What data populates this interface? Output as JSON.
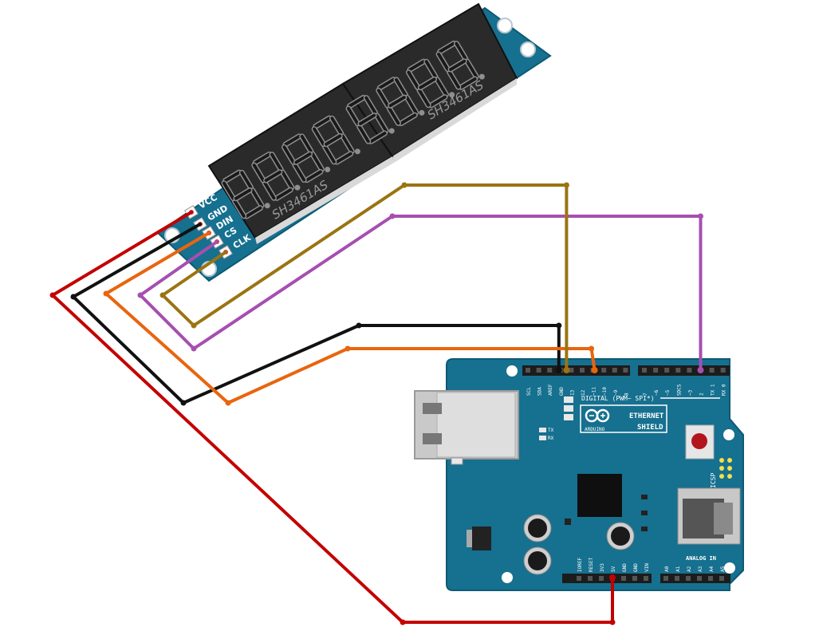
{
  "colors": {
    "board": "#16708f",
    "board_dark": "#0d5a74",
    "wire_red": "#c40000",
    "wire_black": "#111111",
    "wire_orange": "#e8650e",
    "wire_purple": "#a64fb0",
    "wire_olive": "#9a7412",
    "digit_on": "#1a1a1a"
  },
  "display": {
    "chip_left": "SH3461AS",
    "chip_right": "SH3461AS",
    "pins": [
      "VCC",
      "GND",
      "DIN",
      "CS",
      "CLK"
    ]
  },
  "shield": {
    "digital_label": "DIGITAL (PWM~ SPI*)",
    "ethernet_label": "ETHERNET",
    "shield_label": "SHIELD",
    "arduino_label": "ARDUINO",
    "icsp_label": "ICSP",
    "analog_label": "ANALOG IN",
    "tx_led": "TX",
    "rx_led": "RX",
    "top_pins": [
      "SCL",
      "SDA",
      "AREF",
      "GND",
      "13",
      "12",
      "~11",
      "~10",
      "~9",
      "8",
      "7",
      "~6",
      "~5",
      "SDCS",
      "~3",
      "2",
      "TX 1",
      "RX 0"
    ],
    "power_pins": [
      "IOREF",
      "RESET",
      "3V3",
      "5V",
      "GND",
      "GND",
      "VIN"
    ],
    "analog_pins": [
      "A0",
      "A1",
      "A2",
      "A3",
      "A4",
      "A5"
    ]
  },
  "wires": [
    {
      "name": "VCC",
      "color": "red",
      "from": "VCC",
      "to": "5V"
    },
    {
      "name": "GND",
      "color": "black",
      "from": "GND",
      "to": "GND"
    },
    {
      "name": "DIN",
      "color": "orange",
      "from": "DIN",
      "to": "~11"
    },
    {
      "name": "CS",
      "color": "purple",
      "from": "CS",
      "to": "2"
    },
    {
      "name": "CLK",
      "color": "olive",
      "from": "CLK",
      "to": "13"
    }
  ]
}
